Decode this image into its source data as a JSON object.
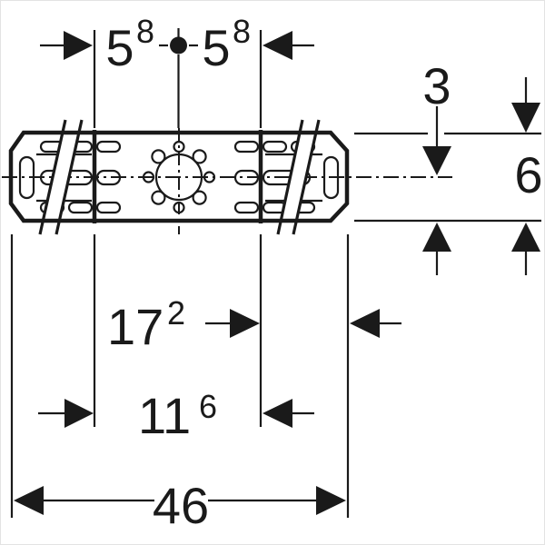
{
  "colors": {
    "line": "#1a1a1a",
    "background": "#ffffff",
    "border": "#e3e3e3"
  },
  "dimensions": {
    "pitch_left": {
      "value": "5",
      "sup": "8"
    },
    "pitch_right": {
      "value": "5",
      "sup": "8"
    },
    "axis_to_top": {
      "value": "3"
    },
    "profile_height": {
      "value": "6"
    },
    "line_to_right_edge": {
      "value": "17",
      "sup": "2"
    },
    "mounting_line_spacing": {
      "value": "11",
      "sup": "6"
    },
    "total_length": {
      "value": "46"
    }
  }
}
